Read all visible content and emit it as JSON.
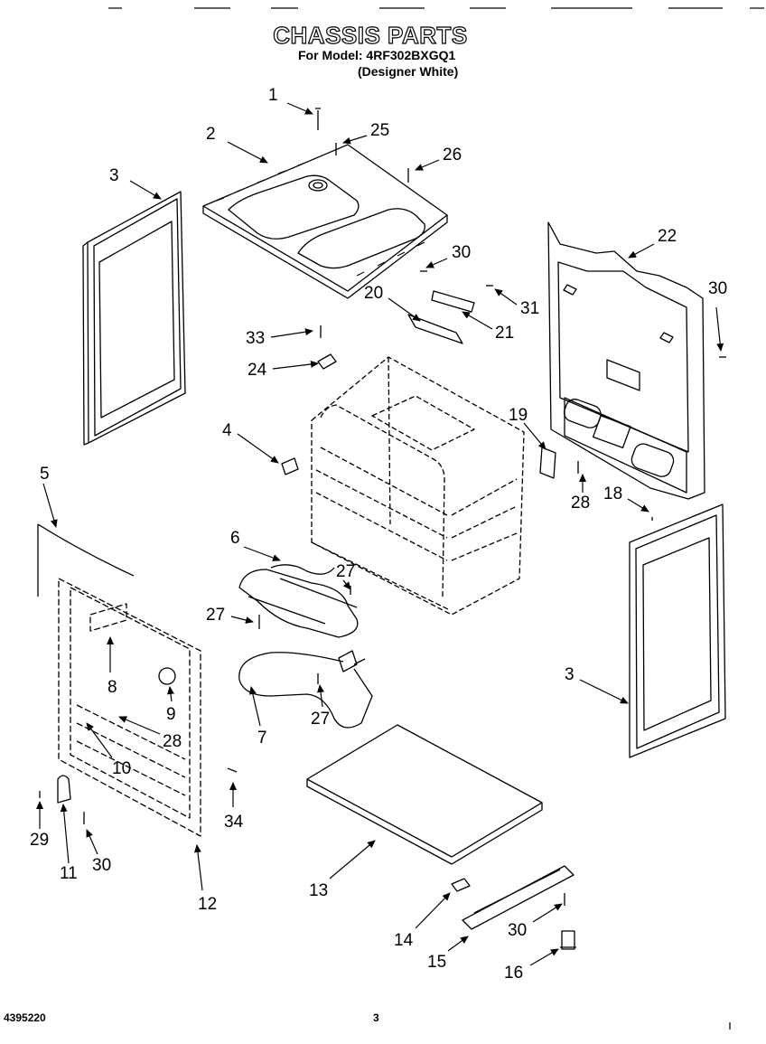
{
  "header": {
    "title": "CHASSIS PARTS",
    "model_line": "For Model: 4RF302BXGQ1",
    "color_line": "(Designer White)"
  },
  "footer": {
    "doc_number": "4395220",
    "page_number": "3"
  },
  "callouts": {
    "c1": "1",
    "c2": "2",
    "c3a": "3",
    "c3b": "3",
    "c4": "4",
    "c5": "5",
    "c6": "6",
    "c7": "7",
    "c8": "8",
    "c9": "9",
    "c10": "10",
    "c11": "11",
    "c12": "12",
    "c13": "13",
    "c14": "14",
    "c15": "15",
    "c16": "16",
    "c18": "18",
    "c19": "19",
    "c20": "20",
    "c21": "21",
    "c22": "22",
    "c24": "24",
    "c25": "25",
    "c26": "26",
    "c27a": "27",
    "c27b": "27",
    "c27c": "27",
    "c28a": "28",
    "c28b": "28",
    "c29": "29",
    "c30a": "30",
    "c30b": "30",
    "c30c": "30",
    "c30d": "30",
    "c31": "31",
    "c33": "33",
    "c34": "34"
  }
}
